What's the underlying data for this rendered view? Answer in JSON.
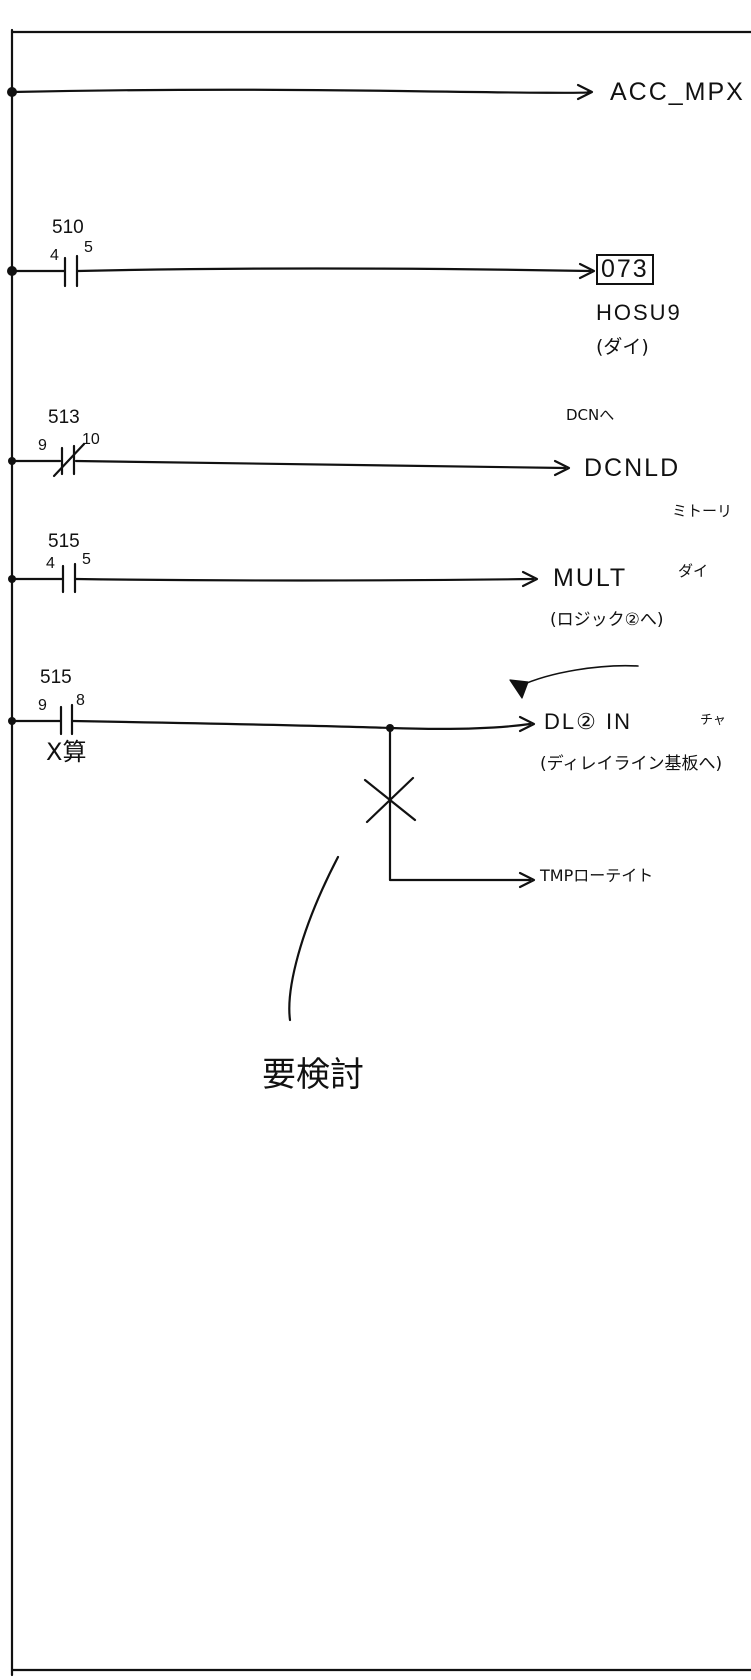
{
  "rungs": [
    {
      "id": "rung-1",
      "output": {
        "label": "ACC_MPX"
      }
    },
    {
      "id": "rung-2",
      "contact": {
        "number": "510",
        "pin_left": "4",
        "pin_right": "5",
        "type": "NO"
      },
      "output": {
        "box": "073",
        "label": "HOSU9",
        "note": "(ダイ)"
      }
    },
    {
      "id": "rung-3",
      "contact": {
        "number": "513",
        "pin_left": "9",
        "pin_right": "10",
        "type": "NC"
      },
      "output": {
        "label": "DCNLD",
        "above": "DCNへ",
        "below": "ミトーリ"
      }
    },
    {
      "id": "rung-4",
      "contact": {
        "number": "515",
        "pin_left": "4",
        "pin_right": "5",
        "type": "NO"
      },
      "output": {
        "label": "MULT",
        "suffix": "ダイ",
        "note": "(ロジック②へ)"
      }
    },
    {
      "id": "rung-5",
      "contact": {
        "number": "515",
        "pin_left": "9",
        "pin_right": "8",
        "type": "NO",
        "sub_label": "X算"
      },
      "output": {
        "label": "DL② IN",
        "suffix": "チャ",
        "note": "(ディレイライン基板へ)"
      },
      "branch": {
        "label": "TMPローテイト"
      }
    }
  ],
  "annotation": {
    "text": "要検討"
  },
  "colors": {
    "ink": "#111111",
    "paper": "#ffffff"
  }
}
